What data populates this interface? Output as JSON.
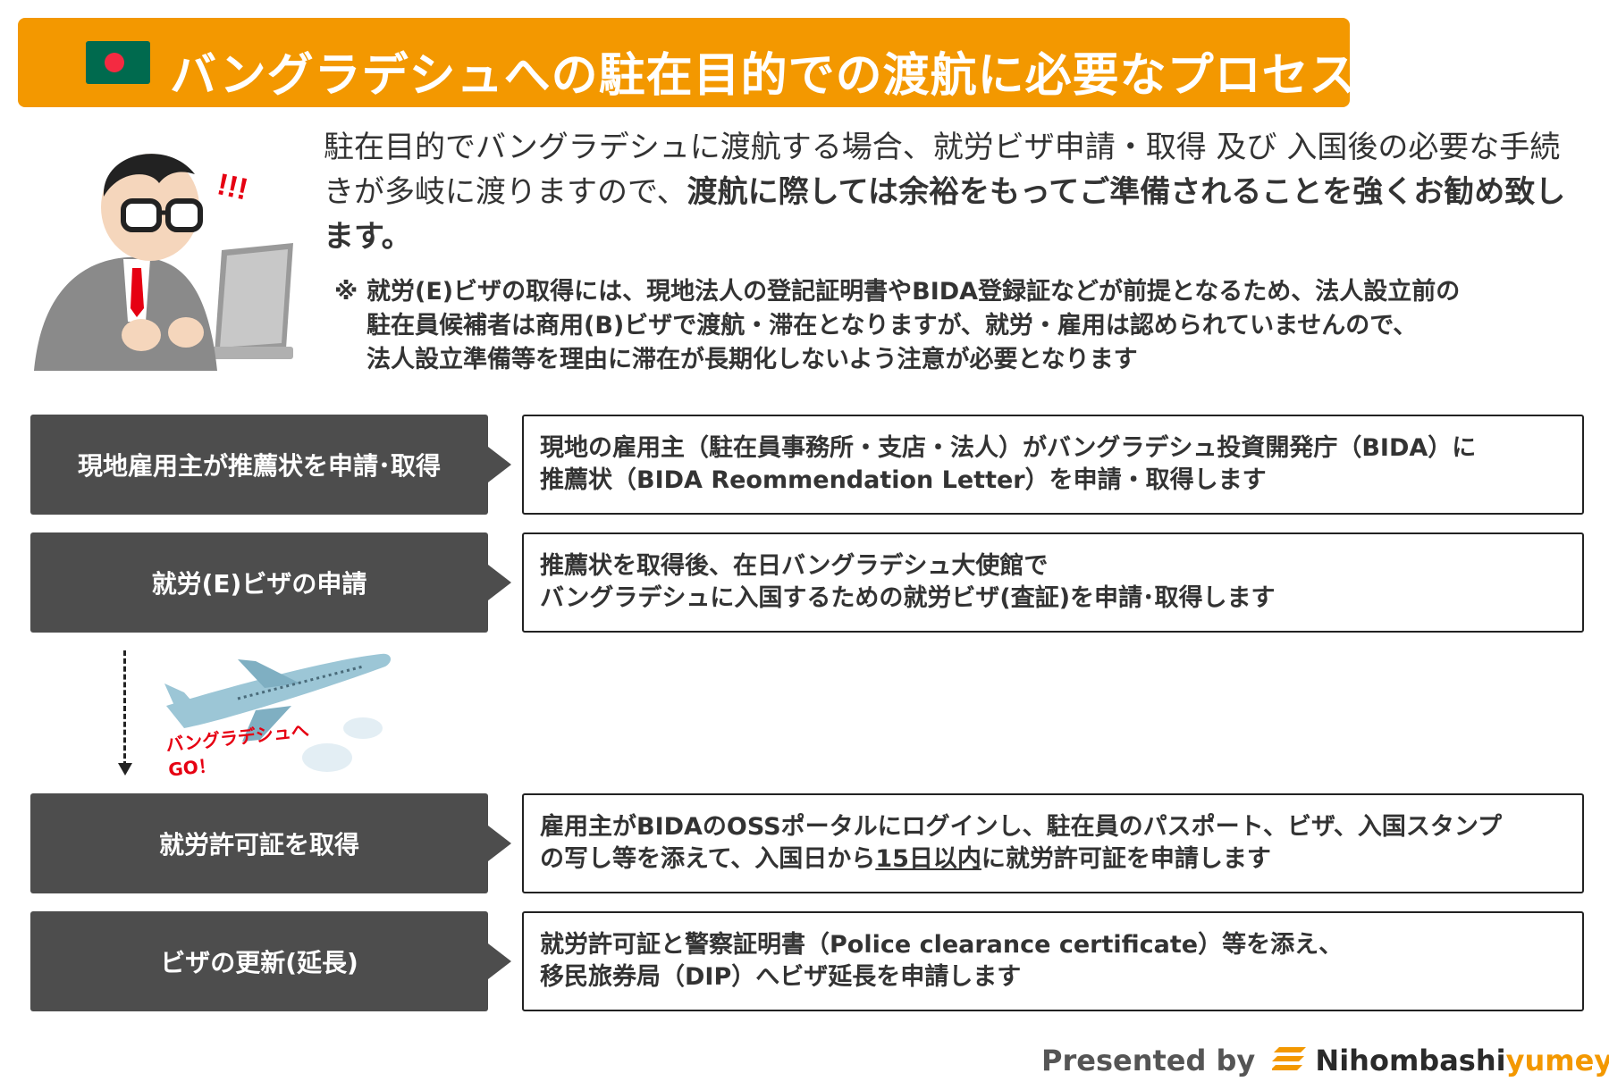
{
  "banner": {
    "title": "バングラデシュへの駐在目的での渡航に必要なプロセス",
    "color": "#F39800",
    "flag_icon": "bangladesh-flag-icon"
  },
  "intro": {
    "line_normal": "駐在目的でバングラデシュに渡航する場合、就労ビザ申請・取得 及び 入国後の必要な手続きが多岐に渡りますので、",
    "line_strong": "渡航に際しては余裕をもってご準備されることを強くお勧め致します。"
  },
  "note": {
    "mark": "※",
    "line1": "就労(E)ビザの取得には、現地法人の登記証明書やBIDA登録証などが前提となるため、法人設立前の",
    "line2": "駐在員候補者は商用(B)ビザで渡航・滞在となりますが、就労・雇用は認められていませんので、",
    "line3": "法人設立準備等を理由に滞在が長期化しないよう注意が必要となります"
  },
  "steps": [
    {
      "label": "現地雇用主が推薦状を申請･取得",
      "desc_line1": "現地の雇用主（駐在員事務所・支店・法人）がバングラデシュ投資開発庁（BIDA）に",
      "desc_line2": "推薦状（BIDA Reommendation Letter）を申請・取得します"
    },
    {
      "label": "就労(E)ビザの申請",
      "desc_line1": "推薦状を取得後、在日バングラデシュ大使館で",
      "desc_line2": "バングラデシュに入国するための就労ビザ(査証)を申請･取得します"
    },
    {
      "label": "就労許可証を取得",
      "desc_line1": "雇用主がBIDAのOSSポータルにログインし、駐在員のパスポート、ビザ、入国スタンプ",
      "desc_line2_pre": "の写し等を添えて、入国日から",
      "desc_line2_u": "15日以内",
      "desc_line2_post": "に就労許可証を申請します"
    },
    {
      "label": "ビザの更新(延長)",
      "desc_line1": "就労許可証と警察証明書（Police clearance certificate）等を添え、",
      "desc_line2": "移民旅券局（DIP）へビザ延長を申請します"
    }
  ],
  "transition": {
    "line1": "バングラデシュへ",
    "line2": "GO！",
    "icon": "airplane-icon"
  },
  "footer": {
    "presented_by": "Presented by",
    "brand_a": "Nihombashi",
    "brand_b": "yumeya"
  }
}
